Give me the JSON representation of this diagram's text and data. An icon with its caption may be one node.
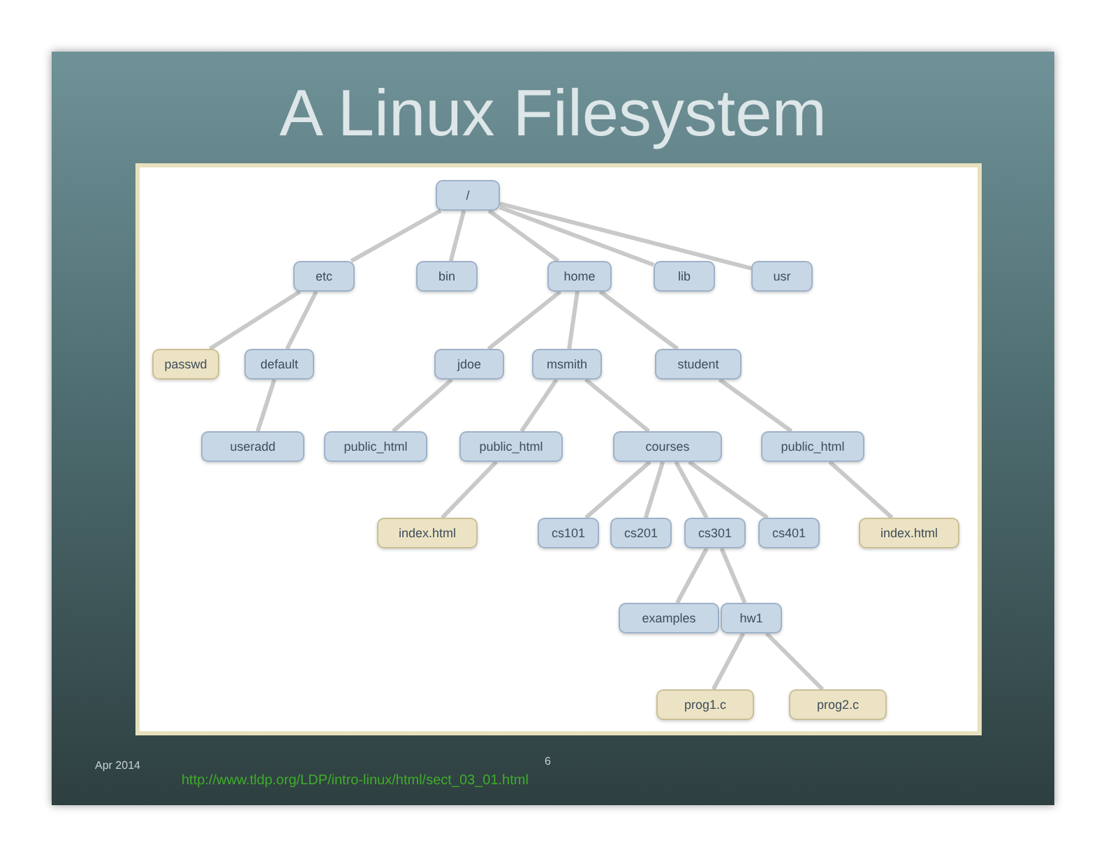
{
  "diagram": {
    "title": "A Linux Filesystem",
    "nodes": [
      {
        "text": [
          "/"
        ]
      },
      {
        "text": [
          "etc"
        ]
      },
      {
        "text": [
          "bin"
        ]
      },
      {
        "text": [
          "home"
        ]
      },
      {
        "text": [
          "lib"
        ]
      },
      {
        "text": [
          "usr"
        ]
      },
      {
        "text": [
          "passwd"
        ]
      },
      {
        "text": [
          "default"
        ]
      },
      {
        "text": [
          "jdoe"
        ]
      },
      {
        "text": [
          "msmith"
        ]
      },
      {
        "text": [
          "student"
        ]
      },
      {
        "text": [
          "useradd"
        ]
      },
      {
        "text": [
          "public_html"
        ]
      },
      {
        "text": [
          "public_html"
        ]
      },
      {
        "text": [
          "courses"
        ]
      },
      {
        "text": [
          "public_html"
        ]
      },
      {
        "text": [
          "index.html"
        ]
      },
      {
        "text": [
          "cs101"
        ]
      },
      {
        "text": [
          "cs201"
        ]
      },
      {
        "text": [
          "cs301"
        ]
      },
      {
        "text": [
          "cs401"
        ]
      },
      {
        "text": [
          "index.html"
        ]
      },
      {
        "text": [
          "examples"
        ]
      },
      {
        "text": [
          "hw1"
        ]
      },
      {
        "text": [
          "prog1.c"
        ]
      },
      {
        "text": [
          "prog2.c"
        ]
      }
    ],
    "edges": [
      {
        "from": 0,
        "to": 1,
        "arrow": "none"
      },
      {
        "from": 0,
        "to": 2,
        "arrow": "none"
      },
      {
        "from": 0,
        "to": 3,
        "arrow": "none"
      },
      {
        "from": 0,
        "to": 4,
        "arrow": "none"
      },
      {
        "from": 0,
        "to": 5,
        "arrow": "none"
      },
      {
        "from": 1,
        "to": 6,
        "arrow": "none"
      },
      {
        "from": 1,
        "to": 7,
        "arrow": "none"
      },
      {
        "from": 3,
        "to": 8,
        "arrow": "none"
      },
      {
        "from": 3,
        "to": 9,
        "arrow": "none"
      },
      {
        "from": 3,
        "to": 10,
        "arrow": "none"
      },
      {
        "from": 7,
        "to": 11,
        "arrow": "none"
      },
      {
        "from": 8,
        "to": 12,
        "arrow": "none"
      },
      {
        "from": 9,
        "to": 13,
        "arrow": "none"
      },
      {
        "from": 9,
        "to": 14,
        "arrow": "none"
      },
      {
        "from": 10,
        "to": 15,
        "arrow": "none"
      },
      {
        "from": 13,
        "to": 16,
        "arrow": "none"
      },
      {
        "from": 14,
        "to": 17,
        "arrow": "none"
      },
      {
        "from": 14,
        "to": 18,
        "arrow": "none"
      },
      {
        "from": 14,
        "to": 19,
        "arrow": "none"
      },
      {
        "from": 14,
        "to": 20,
        "arrow": "none"
      },
      {
        "from": 15,
        "to": 21,
        "arrow": "none"
      },
      {
        "from": 19,
        "to": 22,
        "arrow": "none"
      },
      {
        "from": 19,
        "to": 23,
        "arrow": "none"
      },
      {
        "from": 23,
        "to": 24,
        "arrow": "none"
      },
      {
        "from": 23,
        "to": 25,
        "arrow": "none"
      }
    ],
    "labels": [
      "Apr 2014",
      "6",
      "http://www.tldp.org/LDP/intro-linux/html/sect_03_01.html"
    ]
  }
}
